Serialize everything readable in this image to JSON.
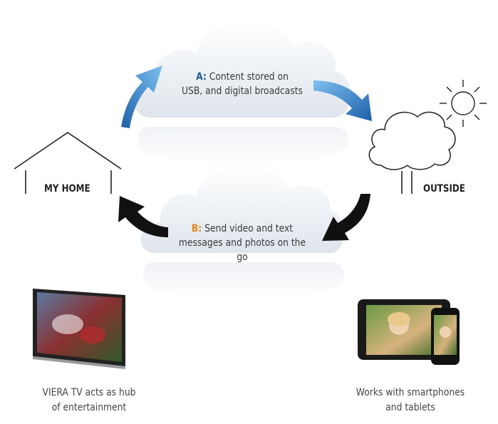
{
  "cloud_a": {
    "key": "A:",
    "line1": "Content stored on",
    "line2": "USB, and digital broadcasts"
  },
  "cloud_b": {
    "key": "B:",
    "line1": "Send video and text",
    "line2": "messages and photos on the go"
  },
  "home": {
    "label": "MY HOME"
  },
  "outside": {
    "label": "OUTSIDE"
  },
  "tv": {
    "caption_line1": "VIERA TV acts as hub",
    "caption_line2": "of entertainment"
  },
  "devices": {
    "caption_line1": "Works with smartphones",
    "caption_line2": "and tablets"
  },
  "colors": {
    "key_a": "#1f5e9e",
    "key_b": "#e8861a",
    "arrow_blue": "#3b8fd6",
    "arrow_black": "#111111",
    "cloud": "#e8edf3"
  }
}
